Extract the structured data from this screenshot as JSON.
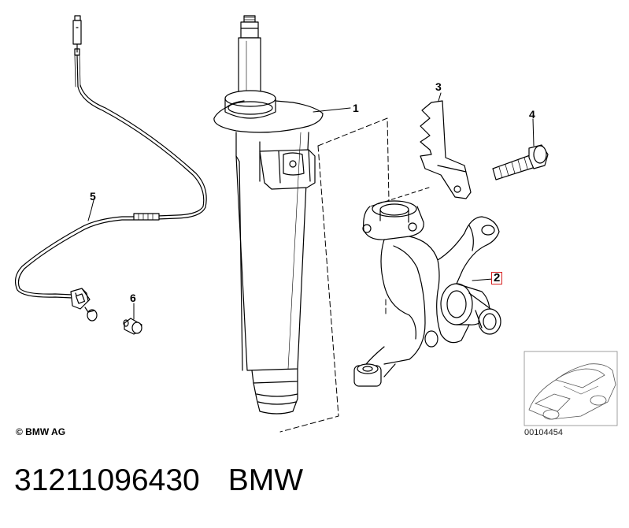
{
  "diagram": {
    "callouts": [
      {
        "id": "1",
        "label": "1",
        "highlighted": false
      },
      {
        "id": "2",
        "label": "2",
        "highlighted": true
      },
      {
        "id": "3",
        "label": "3",
        "highlighted": false
      },
      {
        "id": "4",
        "label": "4",
        "highlighted": false
      },
      {
        "id": "5",
        "label": "5",
        "highlighted": false
      },
      {
        "id": "6",
        "label": "6",
        "highlighted": false
      }
    ],
    "copyright": "© BMW AG",
    "thumbnail_id": "00104454",
    "highlight_color": "#d61f1f"
  },
  "caption": {
    "part_number": "31211096430",
    "brand": "BMW"
  }
}
